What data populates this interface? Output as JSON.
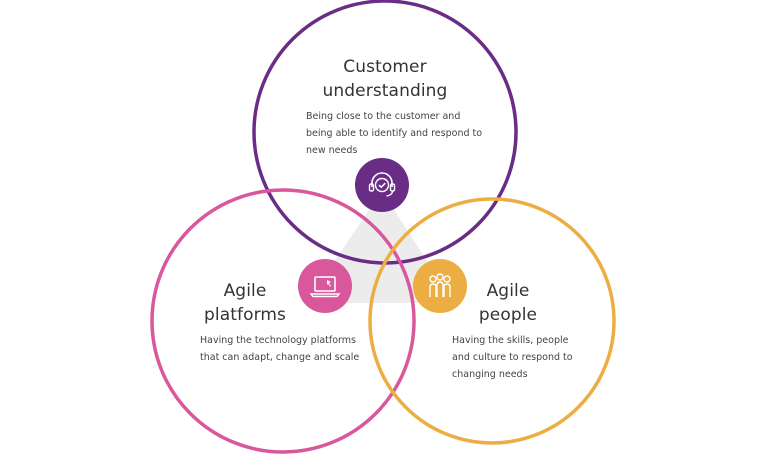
{
  "colors": {
    "customer": "#6a2d86",
    "platforms": "#d9579b",
    "people": "#ecad42",
    "center": "#ececec"
  },
  "circles": [
    {
      "id": "customer",
      "title_lines": [
        "Customer",
        "understanding"
      ],
      "desc_lines": [
        "Being close to the customer and",
        "being able to identify and respond to",
        "new needs"
      ],
      "icon": "headset-check-icon"
    },
    {
      "id": "platforms",
      "title_lines": [
        "Agile",
        "platforms"
      ],
      "desc_lines": [
        "Having the technology platforms",
        "that can adapt, change and scale"
      ],
      "icon": "laptop-icon"
    },
    {
      "id": "people",
      "title_lines": [
        "Agile",
        "people"
      ],
      "desc_lines": [
        "Having the skills, people",
        "and culture to respond to",
        "changing needs"
      ],
      "icon": "people-group-icon"
    }
  ]
}
